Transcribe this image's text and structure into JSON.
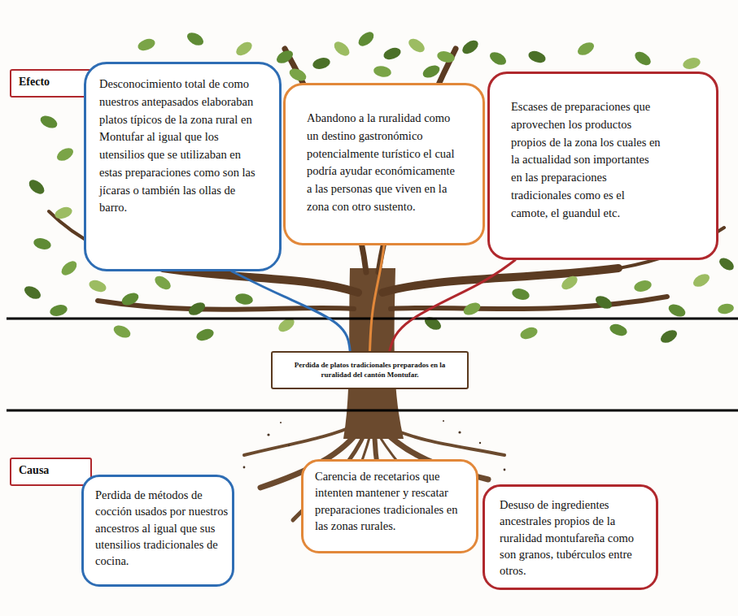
{
  "diagram": {
    "nodes": [
      {
        "text": [
          "Efecto"
        ]
      },
      {
        "text": [
          "Desconocimiento total de como nuestros antepasados elaboraban platos típicos de la zona rural en Montufar al igual que los utensilios que se utilizaban en estas preparaciones como son las jícaras o también las ollas de barro."
        ]
      },
      {
        "text": [
          "Abandono a la ruralidad como un destino gastronómico potencialmente turístico el cual podría ayudar económicamente a las personas que viven en la zona con otro sustento."
        ]
      },
      {
        "text": [
          "Escases de preparaciones que aprovechen los productos propios de la zona los cuales en la actualidad son importantes en las preparaciones tradicionales como es el camote, el guandul etc."
        ]
      },
      {
        "text": [
          "Perdida de platos tradicionales preparados en la ruralidad del cantón Montufar."
        ]
      },
      {
        "text": [
          "Causa"
        ]
      },
      {
        "text": [
          "Perdida de métodos de cocción usados por nuestros ancestros al igual que sus utensilios tradicionales de cocina."
        ]
      },
      {
        "text": [
          "Carencia de recetarios que intenten mantener y rescatar preparaciones tradicionales en las zonas rurales."
        ]
      },
      {
        "text": [
          "Desuso de ingredientes ancestrales propios de la ruralidad montufareña como son granos, tubérculos entre otros."
        ]
      }
    ],
    "edges": [
      {
        "from": 4,
        "to": 1,
        "arrow": "none"
      },
      {
        "from": 4,
        "to": 2,
        "arrow": "none"
      },
      {
        "from": 4,
        "to": 3,
        "arrow": "none"
      }
    ]
  }
}
